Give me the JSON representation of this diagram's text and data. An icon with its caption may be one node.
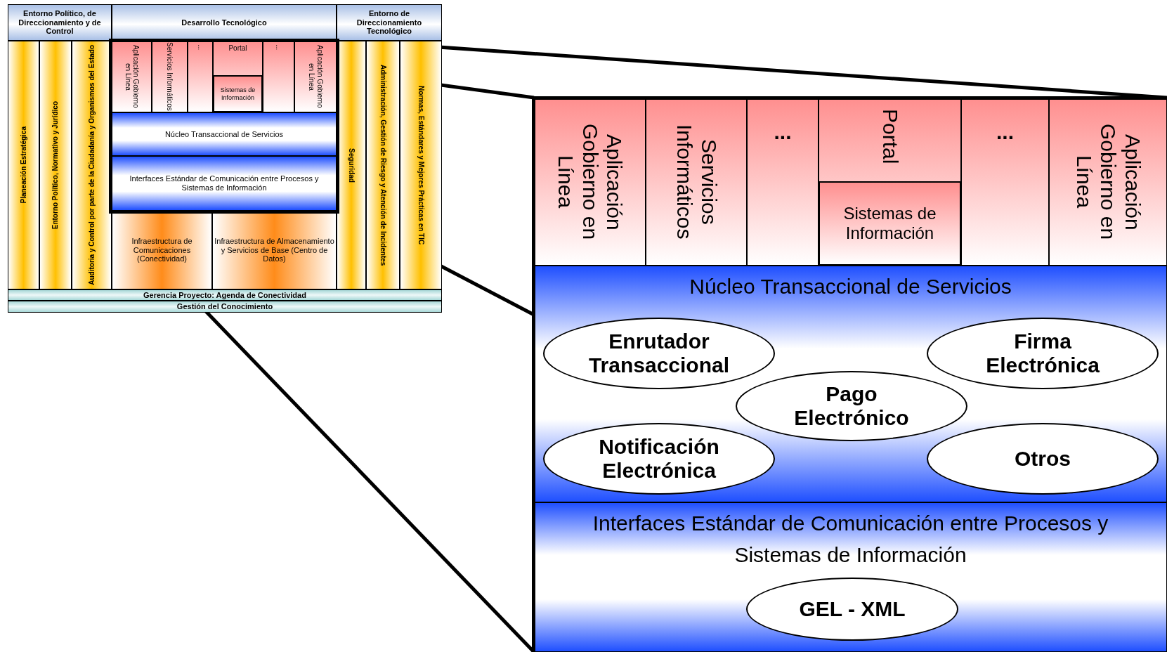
{
  "diagram": {
    "nodes": [
      {
        "text": [
          "Entorno Político, de Direccionamiento y de Control"
        ]
      },
      {
        "text": [
          "Desarrollo Tecnológico"
        ]
      },
      {
        "text": [
          "Entorno de Direccionamiento Tecnológico"
        ]
      },
      {
        "text": [
          "Planeación Estratégica"
        ]
      },
      {
        "text": [
          "Entorno Político, Normativo y Jurídico"
        ]
      },
      {
        "text": [
          "Auditoria y Control por parte de la Ciudadanía y Organismos del Estado"
        ]
      },
      {
        "text": [
          "Aplicación Gobierno en Línea"
        ]
      },
      {
        "text": [
          "Servicios Informáticos"
        ]
      },
      {
        "text": [
          "..."
        ]
      },
      {
        "text": [
          "Portal"
        ]
      },
      {
        "text": [
          "Sistemas de Información"
        ],
        "in": 9
      },
      {
        "text": [
          "..."
        ]
      },
      {
        "text": [
          "Aplicación Gobierno en Línea"
        ]
      },
      {
        "text": [
          "Núcleo Transaccional de Servicios"
        ]
      },
      {
        "text": [
          "Interfaces Estándar de Comunicación entre Procesos y Sistemas de Información"
        ]
      },
      {
        "text": [
          "Infraestructura de Comunicaciones (Conectividad)"
        ]
      },
      {
        "text": [
          "Infraestructura de Almacenamiento y Servicios de Base (Centro de Datos)"
        ]
      },
      {
        "text": [
          "Seguridad"
        ]
      },
      {
        "text": [
          "Administración, Gestión de Riesgo y Atención de Incidentes"
        ]
      },
      {
        "text": [
          "Normas, Estándares y Mejores Prácticas en TIC"
        ]
      },
      {
        "text": [
          "Gerencia Proyecto: Agenda de Conectividad"
        ]
      },
      {
        "text": [
          "Gestión del Conocimiento"
        ]
      },
      {
        "text": [
          "Aplicación Gobierno en Línea"
        ]
      },
      {
        "text": [
          "Servicios Informáticos"
        ]
      },
      {
        "text": [
          "..."
        ]
      },
      {
        "text": [
          "Portal"
        ]
      },
      {
        "text": [
          "Sistemas de Información"
        ],
        "in": 25
      },
      {
        "text": [
          "..."
        ]
      },
      {
        "text": [
          "Aplicación Gobierno en Línea"
        ]
      },
      {
        "text": [
          "Núcleo Transaccional de Servicios"
        ]
      },
      {
        "text": [
          "Enrutador Transaccional"
        ],
        "in": 29
      },
      {
        "text": [
          "Firma Electrónica"
        ],
        "in": 29
      },
      {
        "text": [
          "Pago Electrónico"
        ],
        "in": 29
      },
      {
        "text": [
          "Notificación Electrónica"
        ],
        "in": 29
      },
      {
        "text": [
          "Otros"
        ],
        "in": 29
      },
      {
        "text": [
          "Interfaces Estándar de Comunicación entre Procesos y Sistemas de Información"
        ]
      },
      {
        "text": [
          "GEL - XML"
        ],
        "in": 35
      }
    ],
    "edges": []
  }
}
